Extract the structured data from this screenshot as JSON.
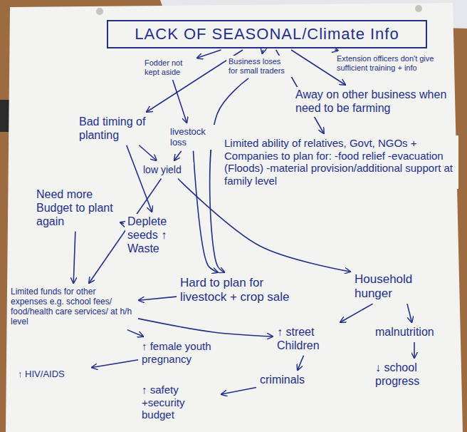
{
  "diagram": {
    "nodes": [
      {
        "text": [
          "LACK OF SEASONAL/Climate Info"
        ]
      },
      {
        "text": [
          "Fodder not kept aside"
        ]
      },
      {
        "text": [
          "Business loses for small traders"
        ]
      },
      {
        "text": [
          "Extension officers don't give sufficient training + info"
        ]
      },
      {
        "text": [
          "Away on other business when need to be farming"
        ]
      },
      {
        "text": [
          "Bad timing of planting"
        ]
      },
      {
        "text": [
          "livestock loss"
        ]
      },
      {
        "text": [
          "Limited ability of relatives, Govt, NGOs + Companies to plan for: -food relief -evacuation (Floods) -material provision/additional support at family level"
        ]
      },
      {
        "text": [
          "low yield"
        ]
      },
      {
        "text": [
          "Need more Budget to plant again"
        ]
      },
      {
        "text": [
          "Deplete seeds ↑ Waste"
        ]
      },
      {
        "text": [
          "Hard to plan for livestock + crop sale"
        ]
      },
      {
        "text": [
          "Household hunger"
        ]
      },
      {
        "text": [
          "malnutrition"
        ]
      },
      {
        "text": [
          "↓ school progress"
        ]
      },
      {
        "text": [
          "Limited funds for other expenses e.g. school fees/ food/health care services/ at h/h level"
        ]
      },
      {
        "text": [
          "↑ female youth pregnancy"
        ]
      },
      {
        "text": [
          "↑ HIV/AIDS"
        ]
      },
      {
        "text": [
          "↑ street Children"
        ]
      },
      {
        "text": [
          "criminals"
        ]
      },
      {
        "text": [
          "↑ safety +security budget"
        ]
      }
    ],
    "edges": [
      {
        "from": 0,
        "to": 1,
        "arrow": "to"
      },
      {
        "from": 0,
        "to": 2,
        "arrow": "to"
      },
      {
        "from": 0,
        "to": 3,
        "arrow": "to"
      },
      {
        "from": 0,
        "to": 5,
        "arrow": "to"
      },
      {
        "from": 0,
        "to": 4,
        "arrow": "to"
      },
      {
        "from": 0,
        "to": 7,
        "arrow": "to"
      },
      {
        "from": 1,
        "to": 6,
        "arrow": "to"
      },
      {
        "from": 5,
        "to": 8,
        "arrow": "to"
      },
      {
        "from": 5,
        "to": 10,
        "arrow": "to"
      },
      {
        "from": 6,
        "to": 8,
        "arrow": "to"
      },
      {
        "from": 10,
        "to": 9,
        "arrow": "to"
      },
      {
        "from": 9,
        "to": 15,
        "arrow": "to"
      },
      {
        "from": 8,
        "to": 12,
        "arrow": "to"
      },
      {
        "from": 2,
        "to": 11,
        "arrow": "to"
      },
      {
        "from": 6,
        "to": 11,
        "arrow": "to"
      },
      {
        "from": 11,
        "to": 15,
        "arrow": "to"
      },
      {
        "from": 8,
        "to": 15,
        "arrow": "to"
      },
      {
        "from": 15,
        "to": 16,
        "arrow": "to"
      },
      {
        "from": 16,
        "to": 17,
        "arrow": "to"
      },
      {
        "from": 15,
        "to": 18,
        "arrow": "to"
      },
      {
        "from": 12,
        "to": 18,
        "arrow": "to"
      },
      {
        "from": 12,
        "to": 13,
        "arrow": "to"
      },
      {
        "from": 13,
        "to": 14,
        "arrow": "to"
      },
      {
        "from": 18,
        "to": 19,
        "arrow": "to"
      },
      {
        "from": 19,
        "to": 20,
        "arrow": "to"
      }
    ]
  }
}
